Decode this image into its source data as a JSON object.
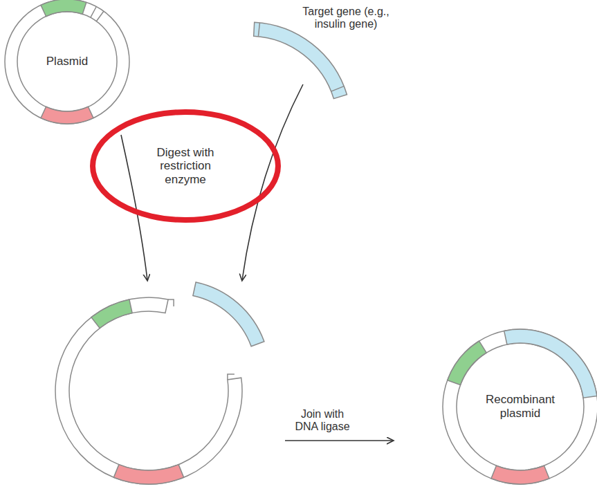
{
  "diagram": {
    "nodes": [
      {
        "text": [
          "Plasmid"
        ]
      },
      {
        "text": [
          "Digest with restriction enzyme"
        ]
      },
      {
        "text": [
          "Recombinant plasmid"
        ]
      }
    ],
    "labels": [
      "Target gene (e.g., insulin gene)",
      "Join with DNA ligase"
    ]
  }
}
